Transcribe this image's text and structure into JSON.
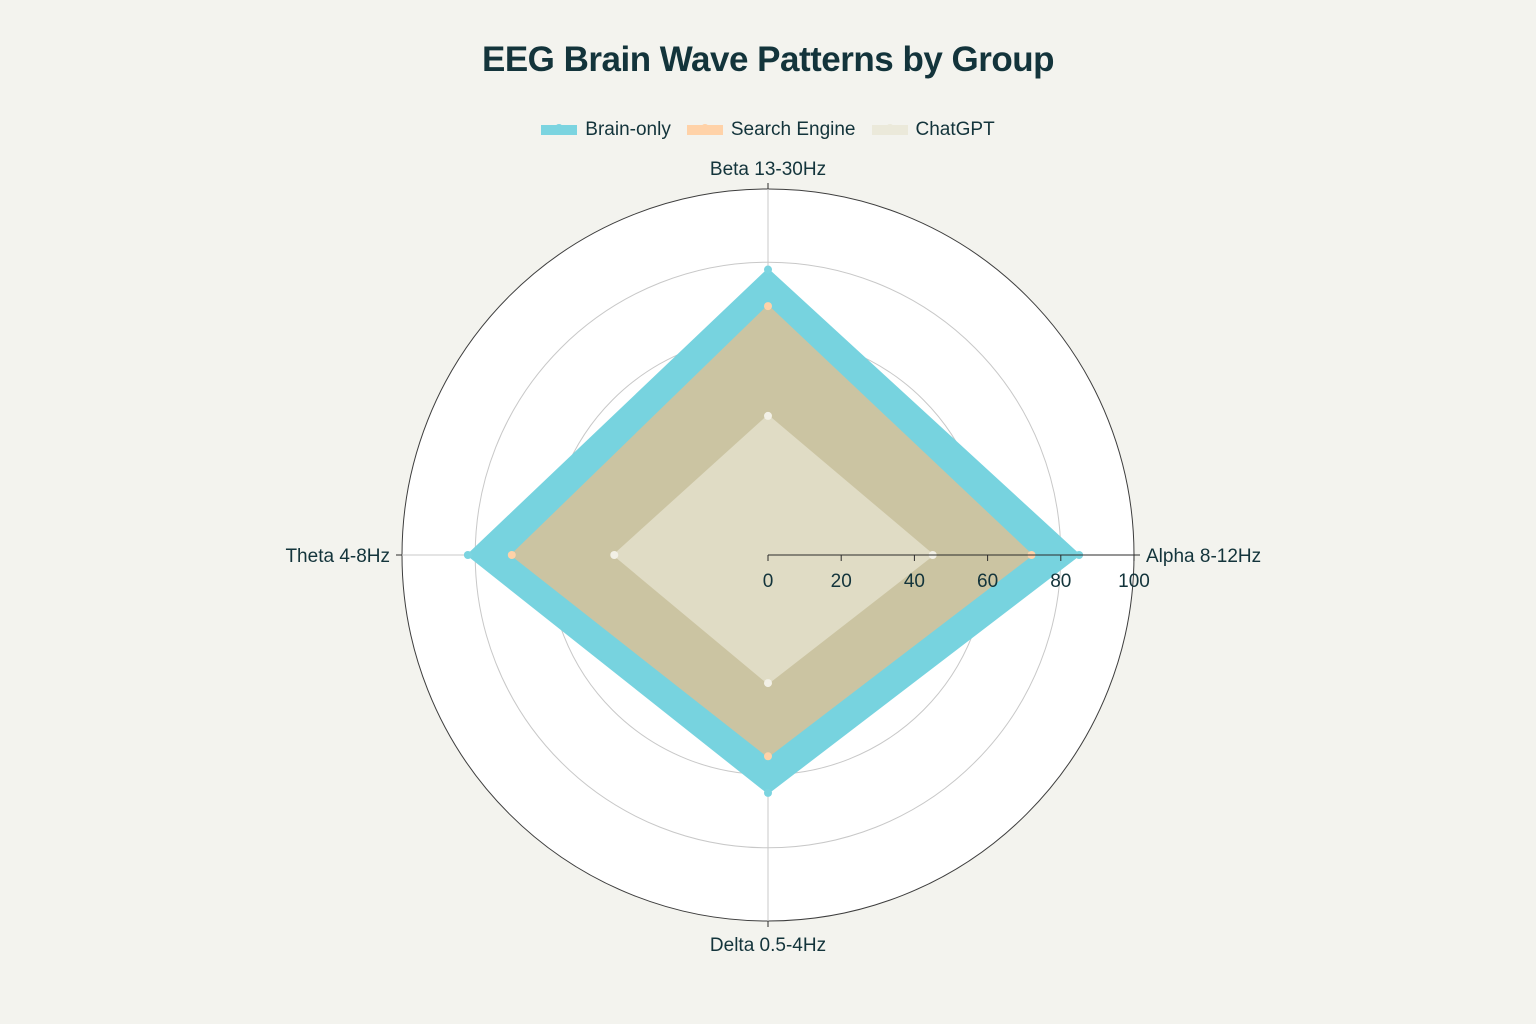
{
  "chart_data": {
    "type": "radar",
    "title": "EEG Brain Wave Patterns by Group",
    "axes": [
      "Alpha 8-12Hz",
      "Beta 13-30Hz",
      "Theta 4-8Hz",
      "Delta 0.5-4Hz"
    ],
    "radial_range": [
      0,
      100
    ],
    "radial_ticks": [
      0,
      20,
      40,
      60,
      80,
      100
    ],
    "grid": true,
    "legend_position": "top-center",
    "series": [
      {
        "name": "Brain-only",
        "values": [
          85,
          78,
          82,
          65
        ],
        "color": "#1fb8cd"
      },
      {
        "name": "Search Engine",
        "values": [
          72,
          68,
          70,
          55
        ],
        "color": "#ffc185"
      },
      {
        "name": "ChatGPT",
        "values": [
          45,
          38,
          42,
          35
        ],
        "color": "#eceae1"
      }
    ]
  },
  "colors": {
    "background": "#f3f3ee",
    "plot_background": "#ffffff",
    "brain_only_fill": "#77d3df",
    "search_fill": "#cbc4a2",
    "chatgpt_fill": "#e0dcc5"
  }
}
